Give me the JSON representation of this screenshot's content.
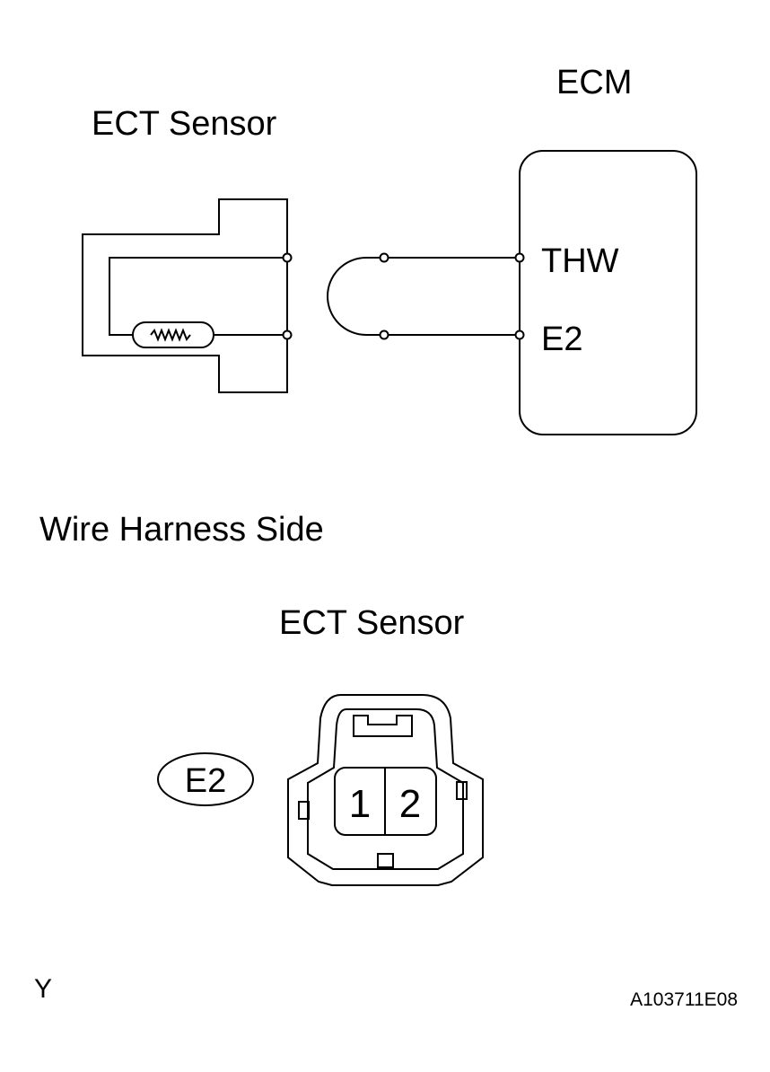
{
  "labels": {
    "ecm": "ECM",
    "ect_sensor_top": "ECT Sensor",
    "thw": "THW",
    "e2_pin": "E2",
    "wire_harness_side": "Wire Harness Side",
    "ect_sensor_bottom": "ECT Sensor",
    "e2_callout": "E2",
    "pin_1": "1",
    "pin_2": "2",
    "corner_mark": "Y",
    "figure_id": "A103711E08"
  },
  "colors": {
    "line": "#000000",
    "background": "#ffffff"
  }
}
